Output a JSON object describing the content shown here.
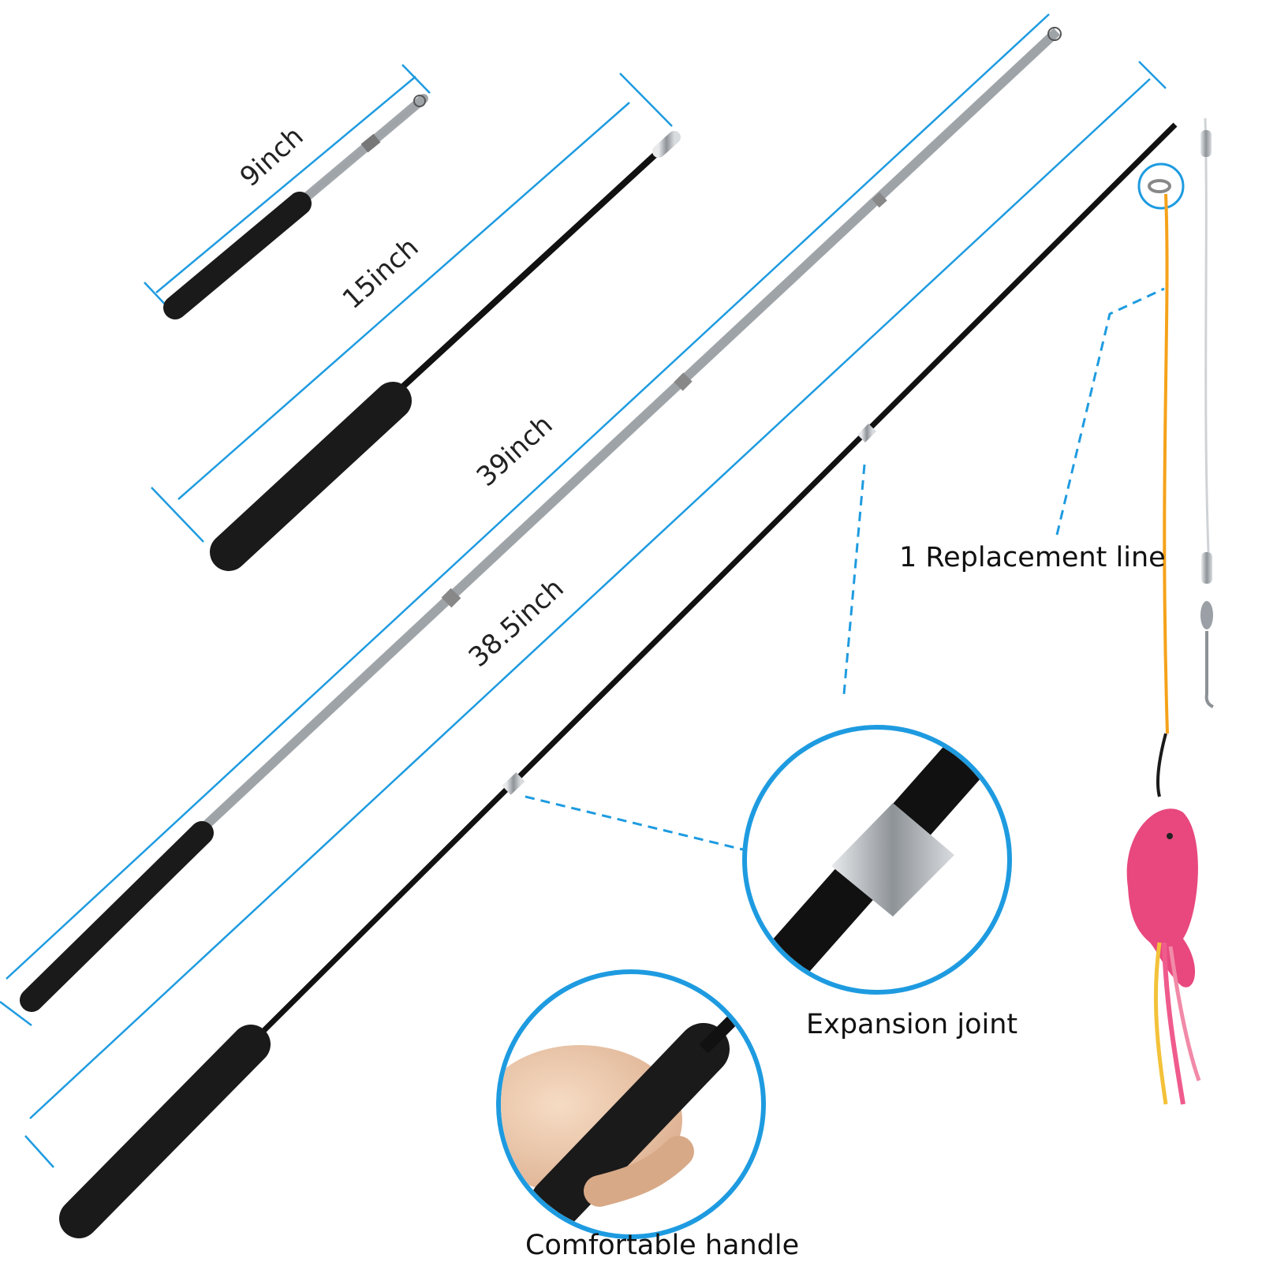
{
  "labels": {
    "dim_9": "9inch",
    "dim_15": "15inch",
    "dim_39": "39inch",
    "dim_38_5": "38.5inch",
    "replacement_line": "1 Replacement line",
    "expansion_joint": "Expansion  joint",
    "comfortable_handle": "Comfortable  handle"
  },
  "colors": {
    "accent_blue": "#1E9BE0",
    "handle_black": "#1a1a1a",
    "rod_black": "#111111",
    "steel": "#c9ccd0",
    "cord_orange": "#f5a21a",
    "fish_pink": "#e8487e"
  }
}
